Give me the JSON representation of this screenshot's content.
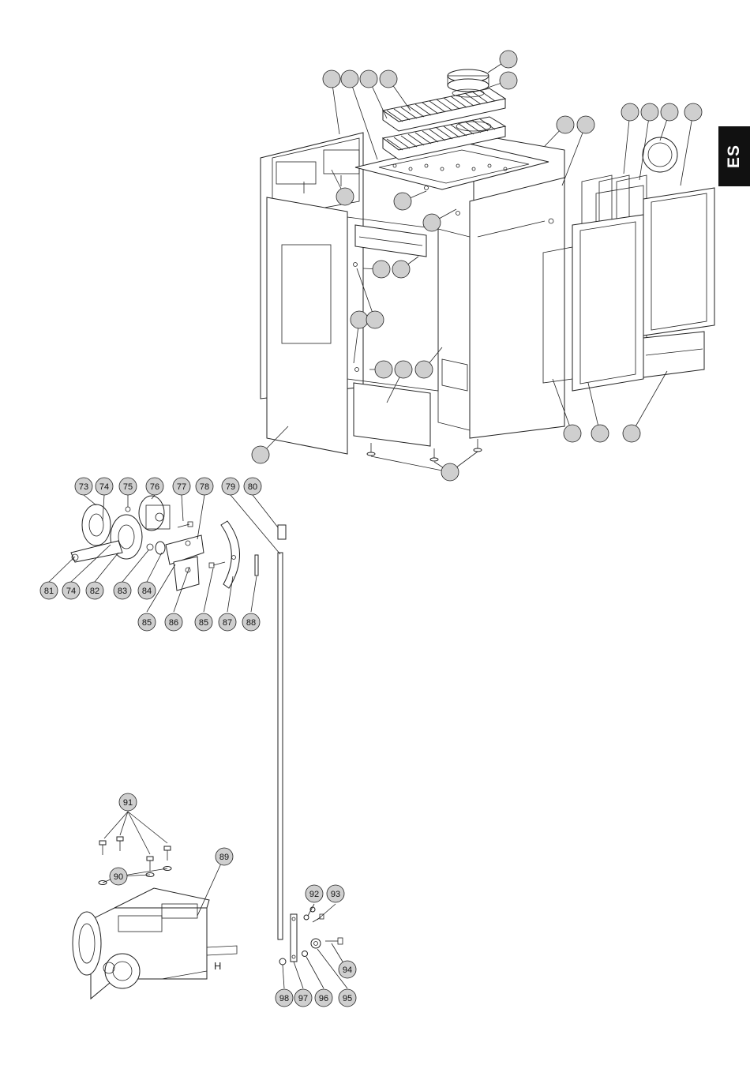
{
  "language_tab": "ES",
  "colors": {
    "bubble_fill": "#cfcfcf",
    "line": "#222222",
    "tab": "#111111"
  },
  "callouts_numbered": [
    {
      "label": "73"
    },
    {
      "label": "74"
    },
    {
      "label": "75"
    },
    {
      "label": "76"
    },
    {
      "label": "77"
    },
    {
      "label": "78"
    },
    {
      "label": "79"
    },
    {
      "label": "80"
    },
    {
      "label": "81"
    },
    {
      "label": "74"
    },
    {
      "label": "82"
    },
    {
      "label": "83"
    },
    {
      "label": "84"
    },
    {
      "label": "85"
    },
    {
      "label": "86"
    },
    {
      "label": "85"
    },
    {
      "label": "87"
    },
    {
      "label": "88"
    },
    {
      "label": "91"
    },
    {
      "label": "90"
    },
    {
      "label": "89"
    },
    {
      "label": "92"
    },
    {
      "label": "93"
    },
    {
      "label": "94"
    },
    {
      "label": "98"
    },
    {
      "label": "97"
    },
    {
      "label": "96"
    },
    {
      "label": "95"
    }
  ],
  "motor_letter": "H"
}
